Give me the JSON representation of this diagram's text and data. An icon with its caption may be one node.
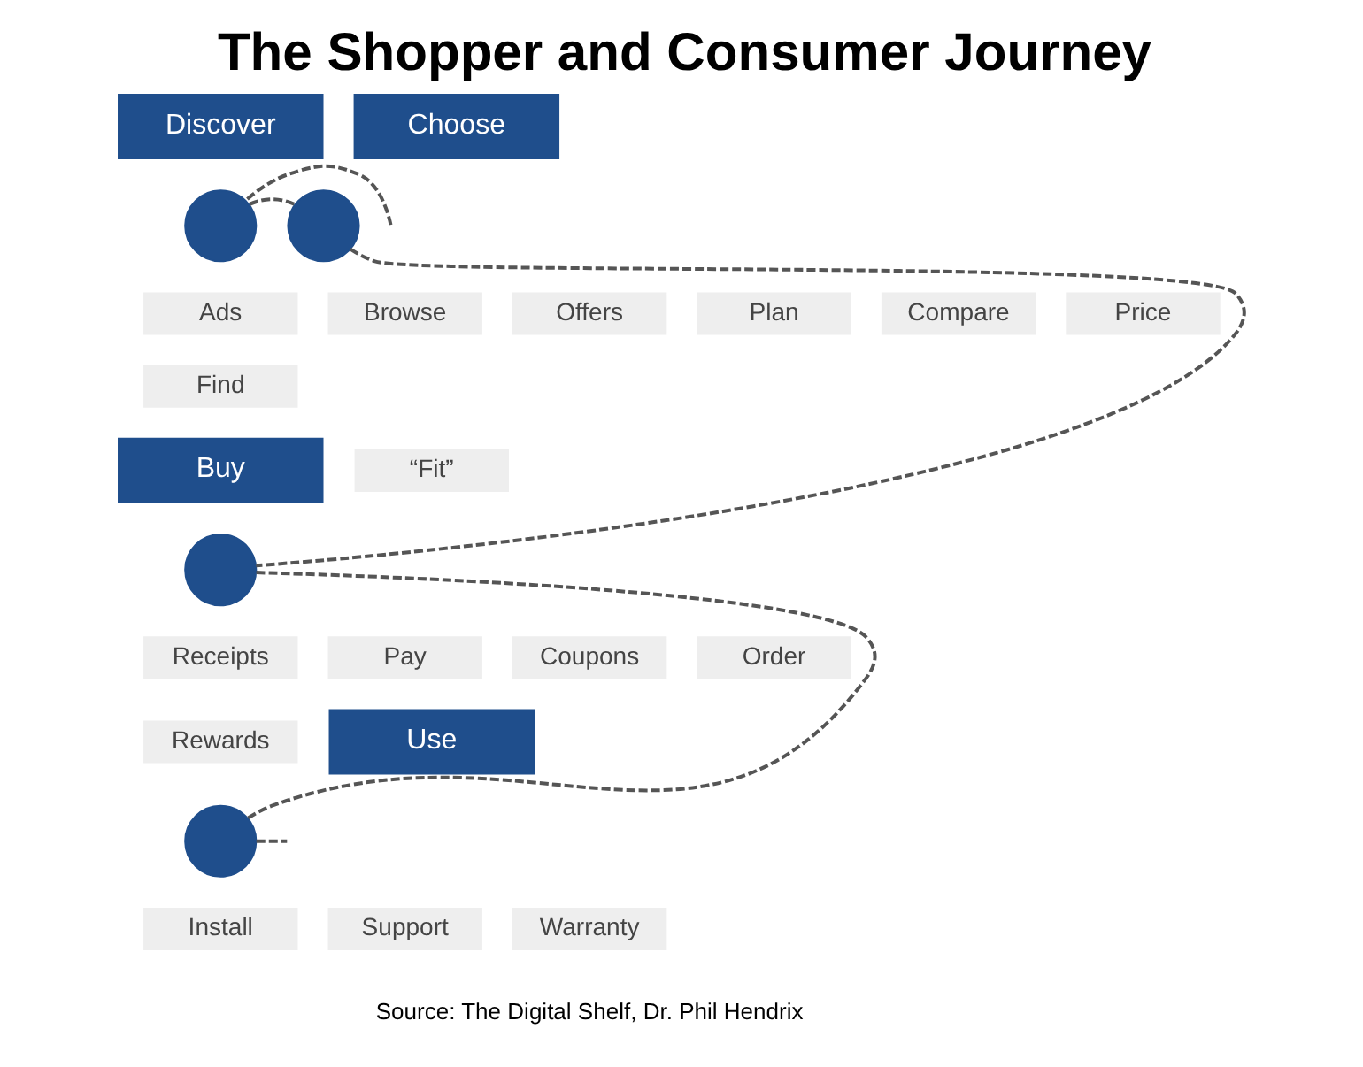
{
  "diagram": {
    "title": "The Shopper and Consumer Journey",
    "caption": "Source: The Digital Shelf, Dr. Phil Hendrix",
    "nodes": [
      {
        "text": [
          "Discover"
        ]
      },
      {
        "text": [],
        "shape": "circle"
      },
      {
        "text": [
          "Choose"
        ]
      },
      {
        "text": [],
        "shape": "circle"
      },
      {
        "text": [
          "Ads"
        ]
      },
      {
        "text": [
          "Browse"
        ]
      },
      {
        "text": [
          "Offers"
        ]
      },
      {
        "text": [
          "Plan"
        ]
      },
      {
        "text": [
          "Compare"
        ]
      },
      {
        "text": [
          "Price"
        ]
      },
      {
        "text": [
          "Find"
        ]
      },
      {
        "text": [
          "Buy"
        ]
      },
      {
        "text": [
          "“Fit”"
        ]
      },
      {
        "text": [],
        "shape": "circle"
      },
      {
        "text": [
          "Receipts"
        ]
      },
      {
        "text": [
          "Pay"
        ]
      },
      {
        "text": [
          "Coupons"
        ]
      },
      {
        "text": [
          "Order"
        ]
      },
      {
        "text": [
          "Rewards"
        ]
      },
      {
        "text": [
          "Use"
        ]
      },
      {
        "text": [],
        "shape": "circle"
      },
      {
        "text": [
          "Install"
        ]
      },
      {
        "text": [
          "Support"
        ]
      },
      {
        "text": [
          "Warranty"
        ]
      }
    ],
    "edges": [
      {
        "from": null,
        "to": 1,
        "arrow": "none",
        "style": "dashed"
      },
      {
        "from": 1,
        "to": 3,
        "arrow": "none",
        "style": "dashed"
      },
      {
        "from": 3,
        "to": 13,
        "arrow": "none",
        "style": "dashed"
      },
      {
        "from": 13,
        "to": 20,
        "arrow": "none",
        "style": "dashed"
      },
      {
        "from": 20,
        "to": null,
        "arrow": "none",
        "style": "dashed"
      }
    ]
  }
}
